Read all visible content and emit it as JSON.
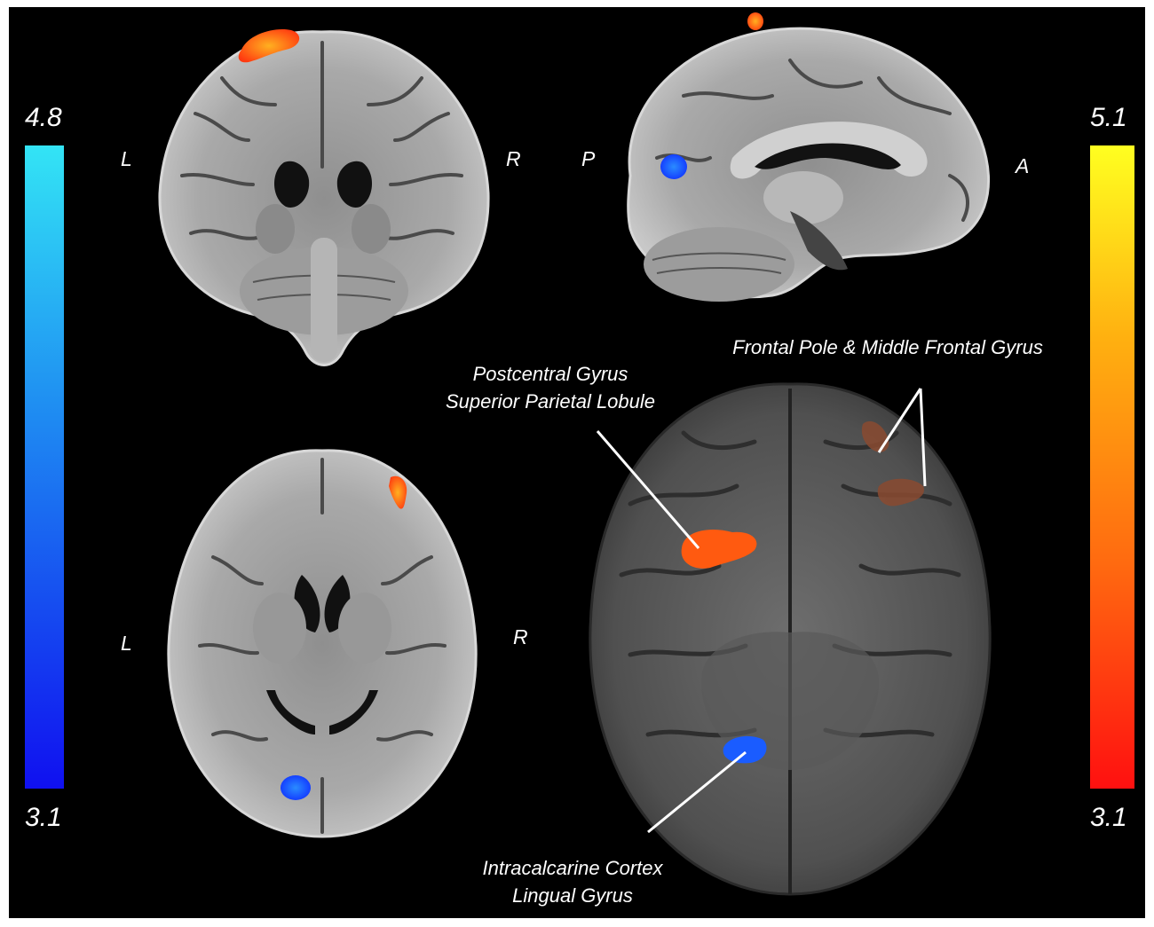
{
  "scales": {
    "left": {
      "max": "4.8",
      "min": "3.1",
      "color_top": "#33e4f5",
      "color_bottom": "#1010f0"
    },
    "right": {
      "max": "5.1",
      "min": "3.1",
      "color_top": "#ffff20",
      "color_bottom": "#ff1010"
    }
  },
  "orientation": {
    "coronal_left": "L",
    "coronal_right": "R",
    "sagittal_posterior": "P",
    "sagittal_anterior": "A",
    "axial_left": "L",
    "axial_right": "R"
  },
  "regions": {
    "postcentral": [
      "Postcentral Gyrus",
      "Superior Parietal Lobule"
    ],
    "frontal": "Frontal Pole & Middle Frontal Gyrus",
    "intracalcarine": [
      "Intracalcarine Cortex",
      "Lingual Gyrus"
    ]
  },
  "colors": {
    "background": "#000000",
    "activation_warm": "#ff5a10",
    "activation_cool": "#1a5cff"
  }
}
